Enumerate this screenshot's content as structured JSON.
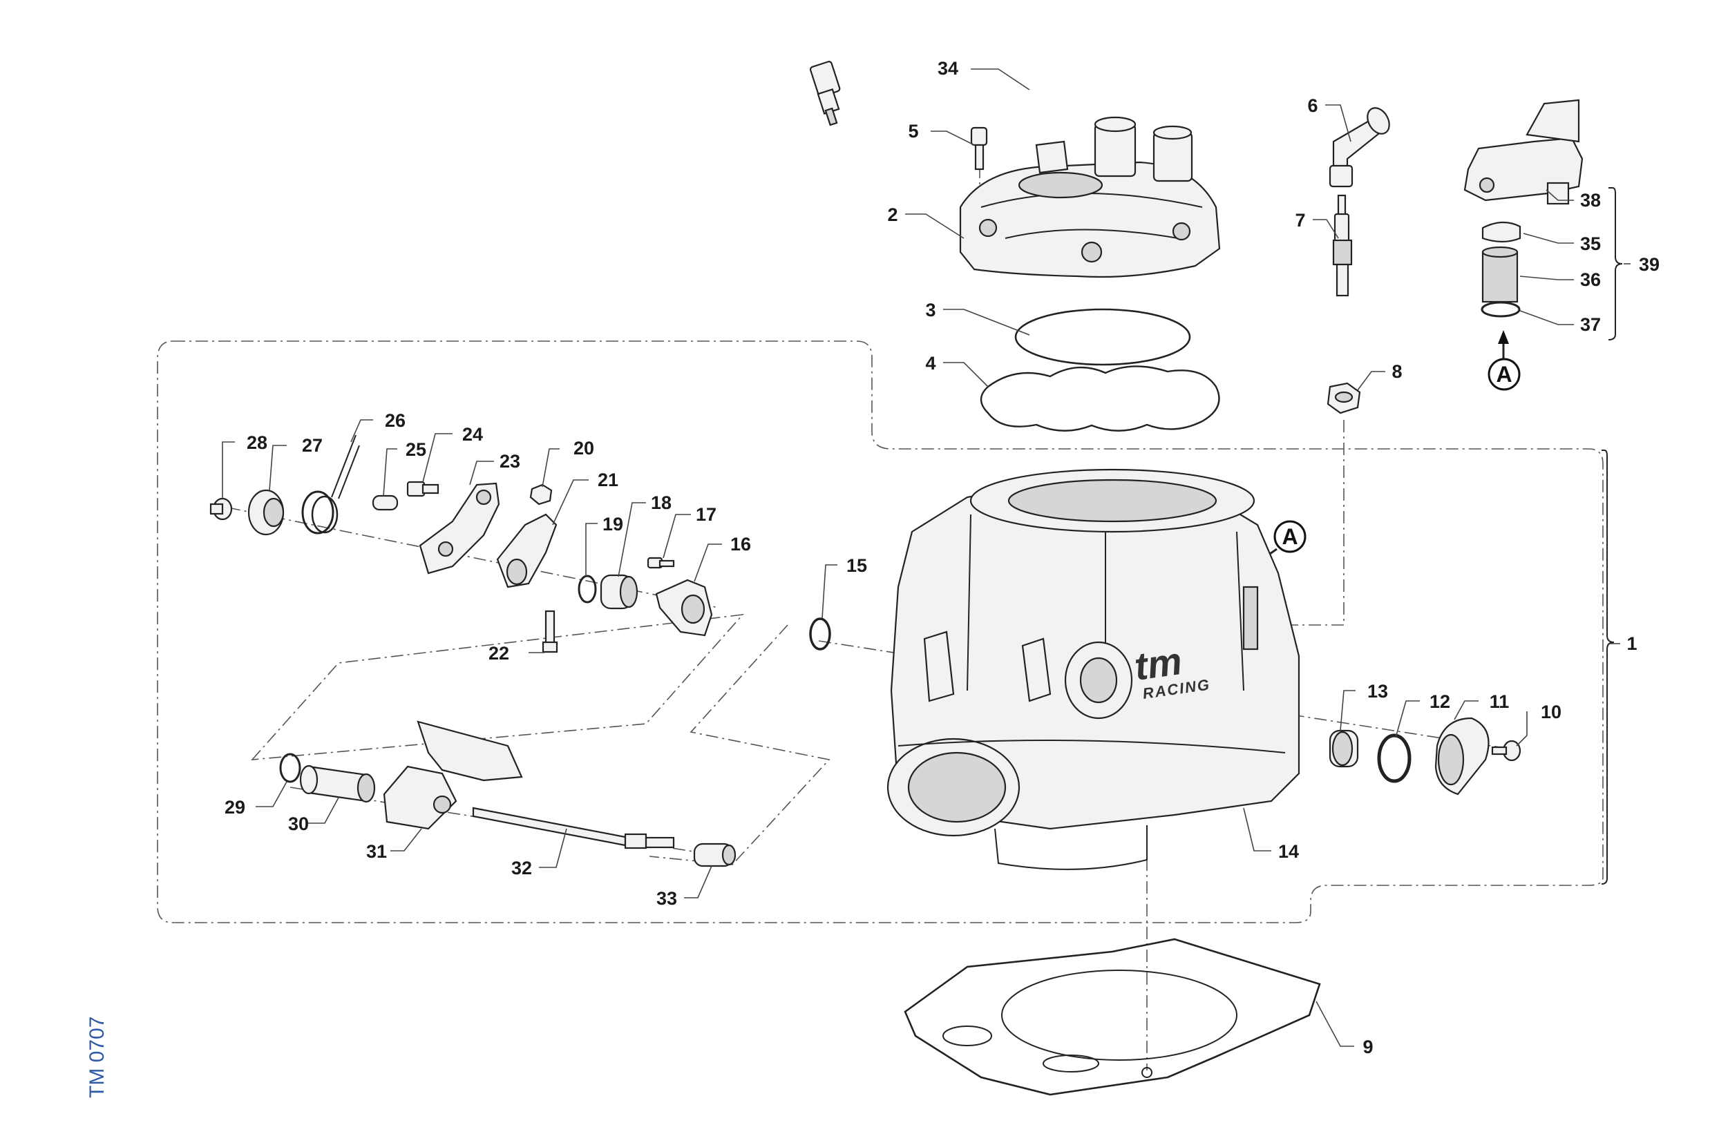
{
  "drawing": {
    "code": "TM 0707",
    "brand": {
      "main": "tm",
      "sub": "RACING"
    },
    "markers": {
      "detail_label": "A"
    },
    "callouts": [
      "1",
      "2",
      "3",
      "4",
      "5",
      "6",
      "7",
      "8",
      "9",
      "10",
      "11",
      "12",
      "13",
      "14",
      "15",
      "16",
      "17",
      "18",
      "19",
      "20",
      "21",
      "22",
      "23",
      "24",
      "25",
      "26",
      "27",
      "28",
      "29",
      "30",
      "31",
      "32",
      "33",
      "34",
      "35",
      "36",
      "37",
      "38",
      "39"
    ]
  },
  "colors": {
    "ink": "#222222",
    "code_blue": "#2f5aa8",
    "background": "#ffffff"
  }
}
